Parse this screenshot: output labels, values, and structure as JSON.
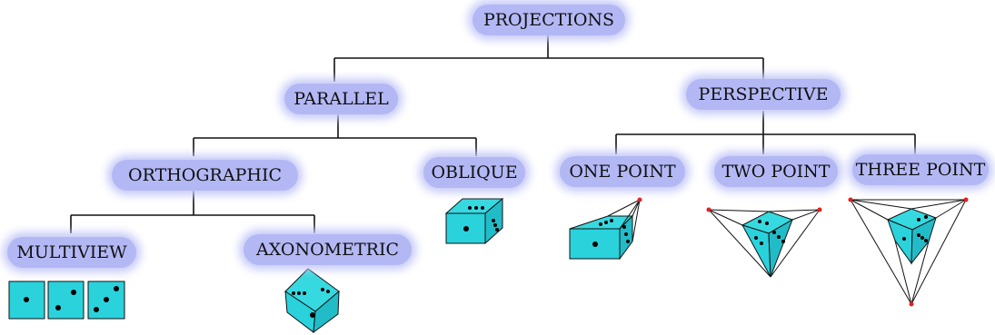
{
  "nodes": {
    "projections": "PROJECTIONS",
    "parallel": "PARALLEL",
    "perspective": "PERSPECTIVE",
    "orthographic": "ORTHOGRAPHIC",
    "oblique": "OBLIQUE",
    "one_point": "ONE POINT",
    "two_point": "TWO POINT",
    "three_point": "THREE POINT",
    "multiview": "MULTIVIEW",
    "axonometric": "AXONOMETRIC"
  },
  "colors": {
    "node_fill": "#b3b8f5",
    "cube_face": "#2ad2dc",
    "vanishing_point": "#e02020"
  },
  "illustrations": [
    "multiview-dice",
    "axonometric-cube",
    "oblique-cube",
    "one-point-cube",
    "two-point-cube",
    "three-point-cube"
  ]
}
